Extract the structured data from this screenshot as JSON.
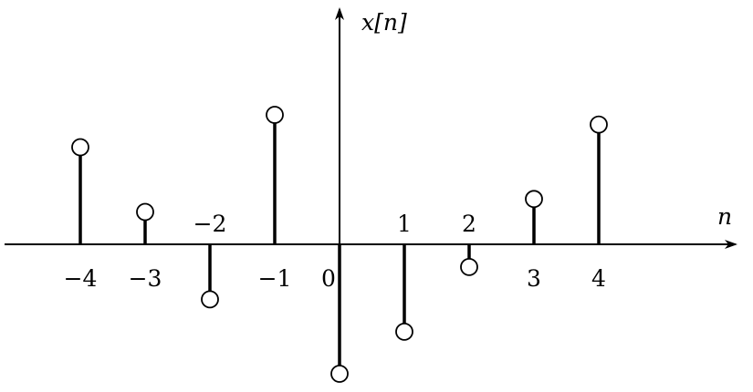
{
  "chart_data": {
    "type": "stem",
    "title": "",
    "xlabel": "n",
    "ylabel": "x[n]",
    "x": [
      -4,
      -3,
      -2,
      -1,
      0,
      1,
      2,
      3,
      4
    ],
    "values": [
      3.0,
      1.0,
      -1.7,
      4.0,
      -4.0,
      -2.7,
      -0.7,
      1.4,
      3.7
    ],
    "tick_labels": [
      "−4",
      "−3",
      "−2",
      "−1",
      "0",
      "1",
      "2",
      "3",
      "4"
    ],
    "ylim": [
      -4.2,
      7.5
    ],
    "xlim": [
      -5.2,
      6.2
    ],
    "grid": false,
    "marker": "open-circle"
  }
}
